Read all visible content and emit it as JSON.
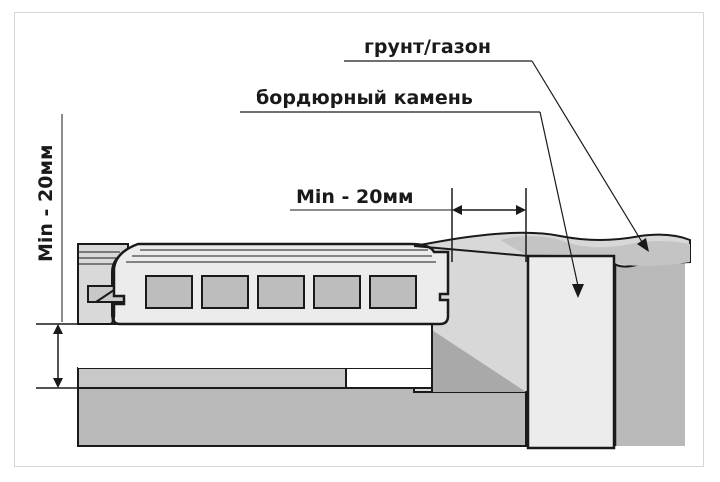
{
  "labels": {
    "ground_lawn": "грунт/газон",
    "curb_stone": "бордюрный камень",
    "gap_horizontal": "Min - 20мм",
    "gap_vertical": "Min - 20мм"
  },
  "colors": {
    "line": "#1a1a1a",
    "fill_light": "#ececec",
    "fill_mid": "#c8c8c8",
    "fill_dark": "#b9b9b9",
    "hollow": "#bdbdbd"
  }
}
